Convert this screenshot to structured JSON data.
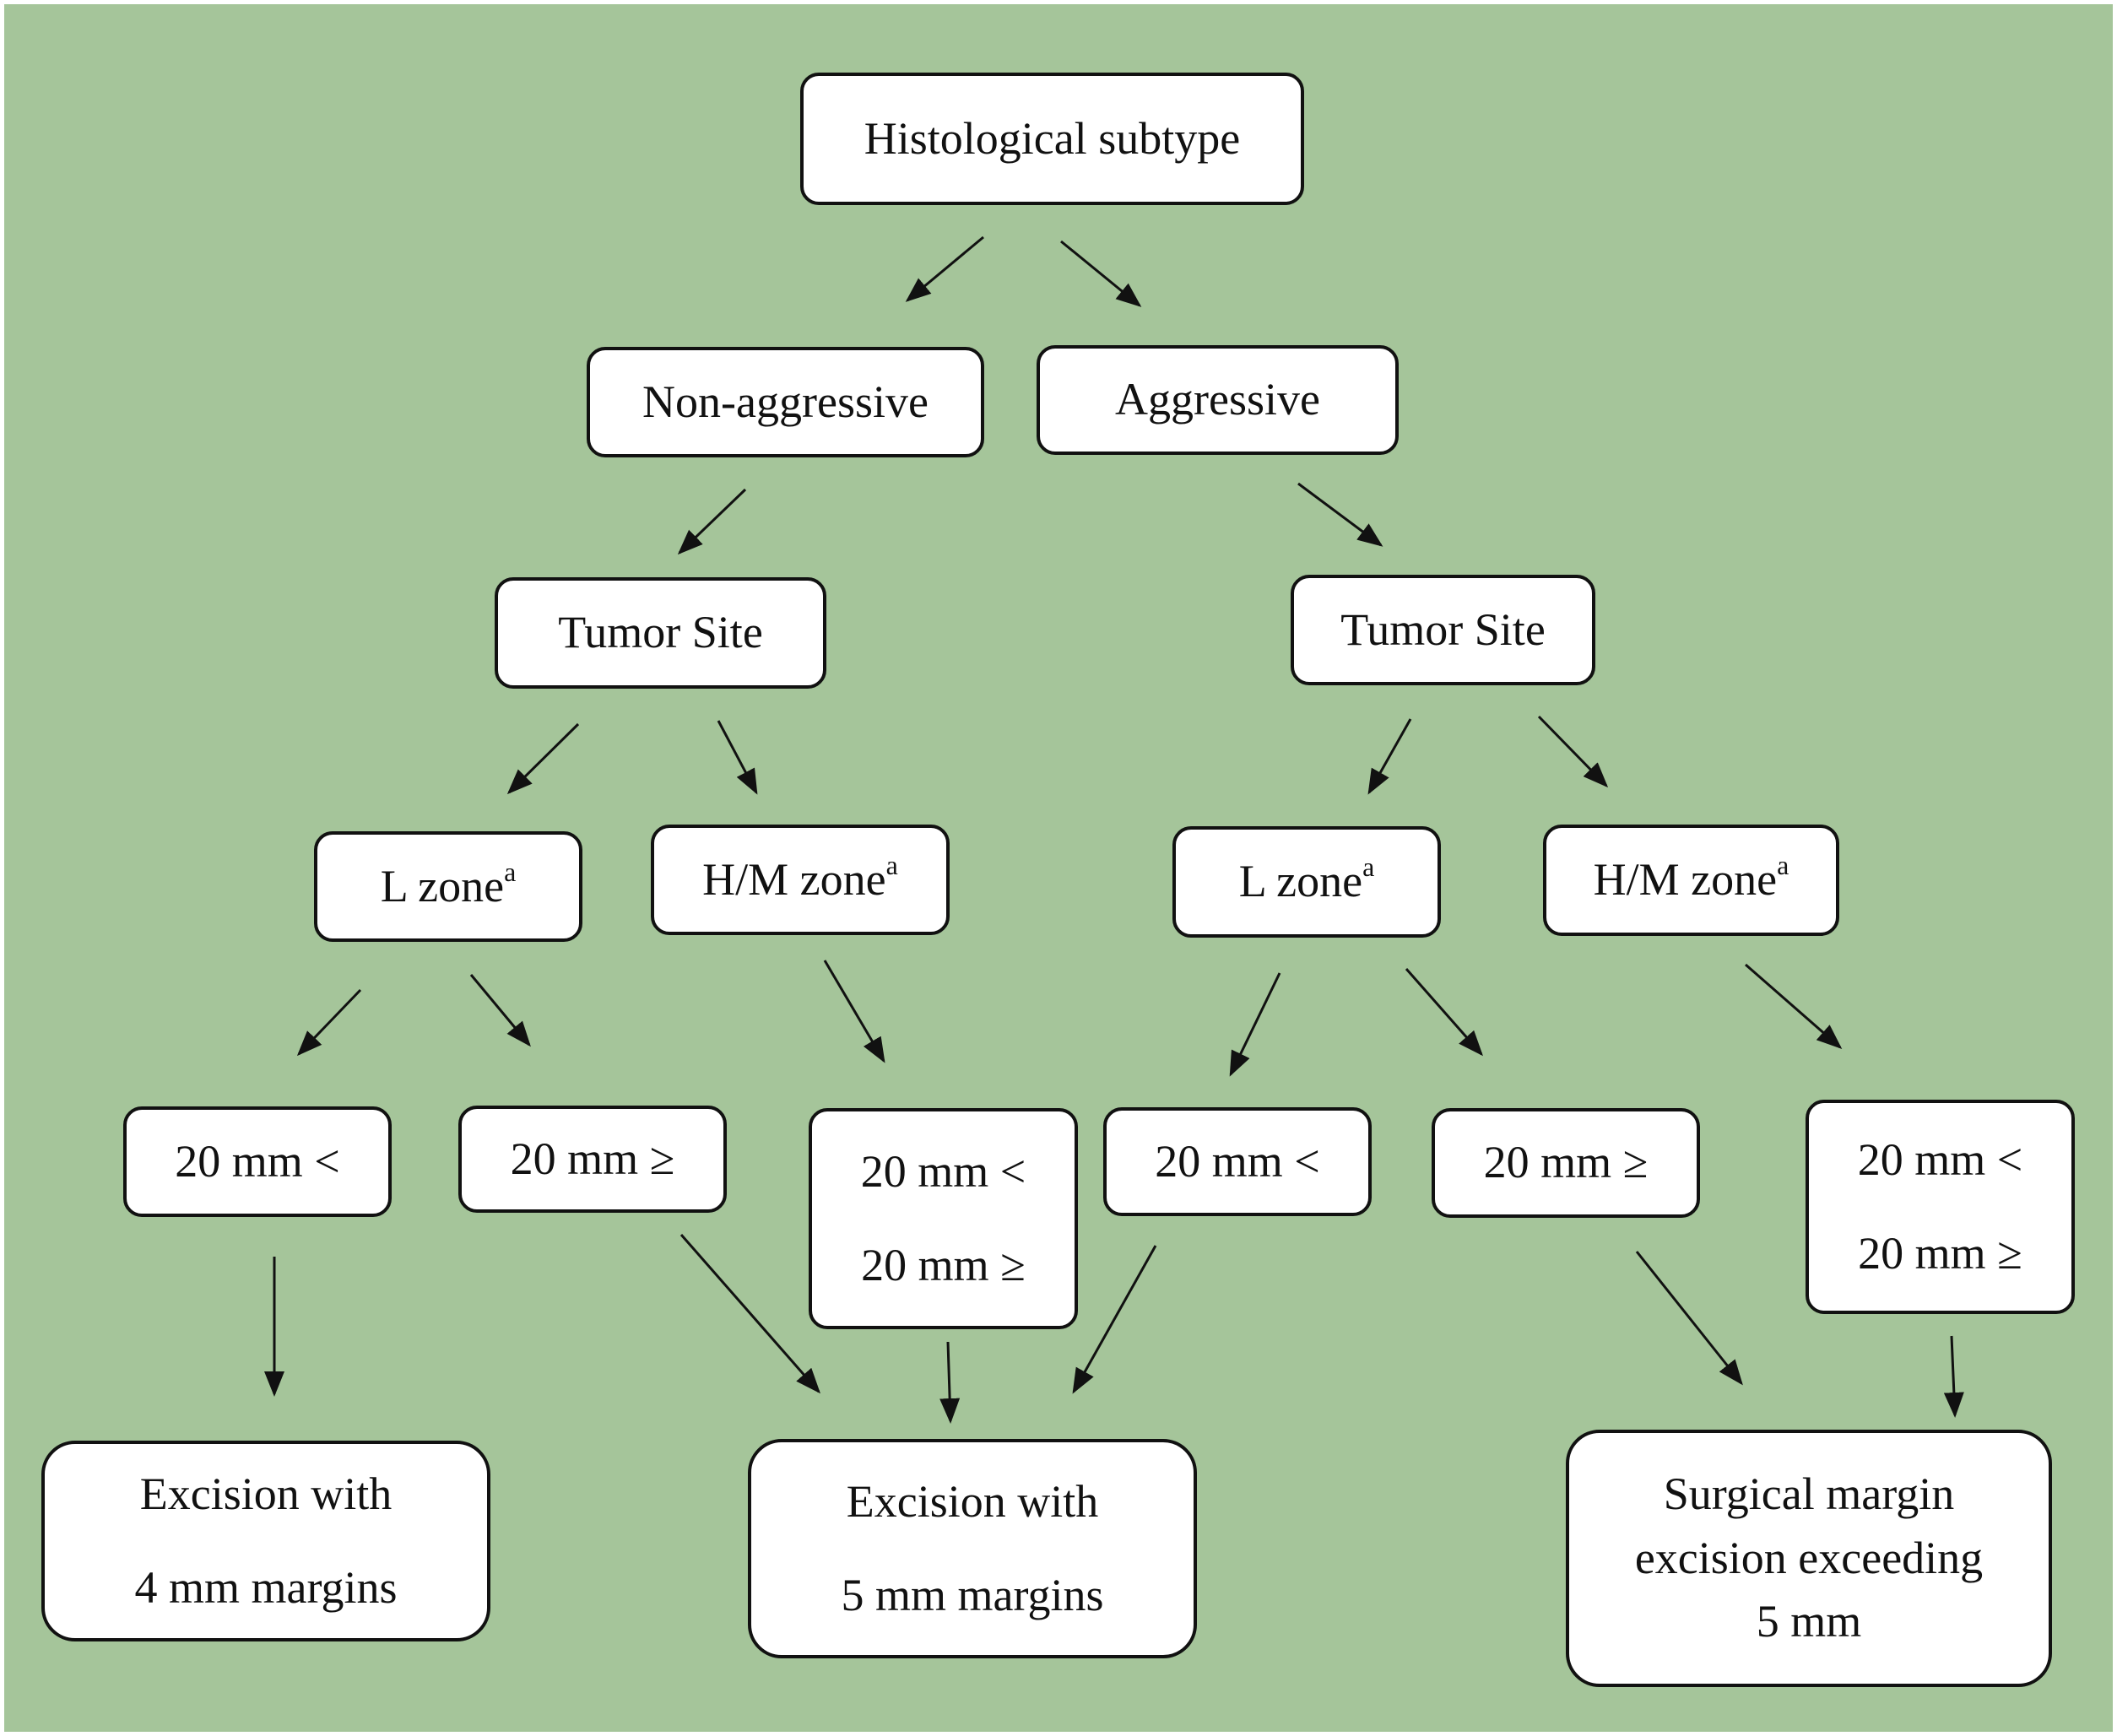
{
  "nodes": {
    "root": "Histological subtype",
    "non_aggressive": "Non-aggressive",
    "aggressive": "Aggressive",
    "tumor_site_left": "Tumor Site",
    "tumor_site_right": "Tumor Site",
    "na_l_zone": {
      "label": "L zone",
      "sup": "a"
    },
    "na_hm_zone": {
      "label": "H/M zone",
      "sup": "a"
    },
    "ag_l_zone": {
      "label": "L zone",
      "sup": "a"
    },
    "ag_hm_zone": {
      "label": "H/M zone",
      "sup": "a"
    },
    "na_l_gt": "20 mm <",
    "na_l_le": "20 mm ≥",
    "na_hm_both": [
      "20 mm <",
      "20 mm ≥"
    ],
    "ag_l_gt": "20 mm <",
    "ag_l_le": "20 mm ≥",
    "ag_hm_both": [
      "20 mm <",
      "20 mm ≥"
    ],
    "out_4mm": [
      "Excision with",
      "4 mm margins"
    ],
    "out_5mm": [
      "Excision with",
      "5 mm margins"
    ],
    "out_exceed": [
      "Surgical margin",
      "excision exceeding",
      "5 mm"
    ]
  },
  "colors": {
    "background": "#a5c59a",
    "box_fill": "#ffffff",
    "stroke": "#111111"
  }
}
